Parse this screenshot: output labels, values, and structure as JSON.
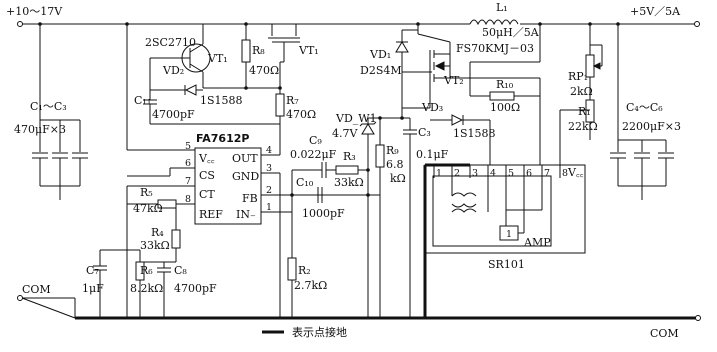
{
  "rails": {
    "vin_label": "+10～17V",
    "vout_label": "+5V／5A",
    "com_left": "COM",
    "com_right": "COM"
  },
  "legend": {
    "ground_text": "表示点接地"
  },
  "components": {
    "q1": "2SC2710",
    "vt1": "VT₁",
    "r8": [
      "R₈",
      "470Ω"
    ],
    "vt1_fet": "VT₁",
    "vd2": "VD₂",
    "d1s1588": "1S1588",
    "c11": [
      "C₁₁",
      "4700pF"
    ],
    "r7": [
      "R₇",
      "470Ω"
    ],
    "c1c3": [
      "C₁～C₃",
      "470μF×3"
    ],
    "ic_name": "FA7612P",
    "ic_pins": {
      "vcc": "V꜀꜀",
      "cs": "CS",
      "ct": "CT",
      "ref": "REF",
      "out": "OUT",
      "gnd": "GND",
      "fb": "FB",
      "in": "IN₋"
    },
    "ic_pin_nums": [
      "5",
      "6",
      "7",
      "8",
      "4",
      "3",
      "2",
      "1"
    ],
    "c9": [
      "C₉",
      "0.022μF"
    ],
    "r3": [
      "R₃",
      "33kΩ"
    ],
    "c10": [
      "C₁₀",
      "1000pF"
    ],
    "r5": [
      "R₅",
      "47kΩ"
    ],
    "r4": [
      "R₄",
      "33kΩ"
    ],
    "c7": [
      "C₇",
      "1μF"
    ],
    "r6": [
      "R₆",
      "8.2kΩ"
    ],
    "c8": [
      "C₈",
      "4700pF"
    ],
    "r2": [
      "R₂",
      "2.7kΩ"
    ],
    "l1": [
      "L₁",
      "50μH／5A"
    ],
    "vd1": [
      "VD₁",
      "D2S4M"
    ],
    "fet": "FS70KMJ－03",
    "vt2": "VT₂",
    "vdw1": [
      "VD_W1",
      "4.7V"
    ],
    "r9": [
      "R₉",
      "6.8",
      "kΩ"
    ],
    "c3": [
      "C₃",
      "0.1μF"
    ],
    "vd3": [
      "VD₃",
      "1S1588"
    ],
    "r10": [
      "R₁₀",
      "100Ω"
    ],
    "rp1": [
      "RP₁",
      "2kΩ"
    ],
    "r1": [
      "R₁",
      "22kΩ"
    ],
    "c4c6": [
      "C₄～C₆",
      "2200μF×3"
    ],
    "sr_pins": [
      "1",
      "2",
      "3",
      "4",
      "5",
      "6",
      "7",
      "8"
    ],
    "sr_vcc": "V꜀꜀",
    "sr_amp_num": "1",
    "sr_amp": "AMP",
    "sr_name": "SR101"
  }
}
